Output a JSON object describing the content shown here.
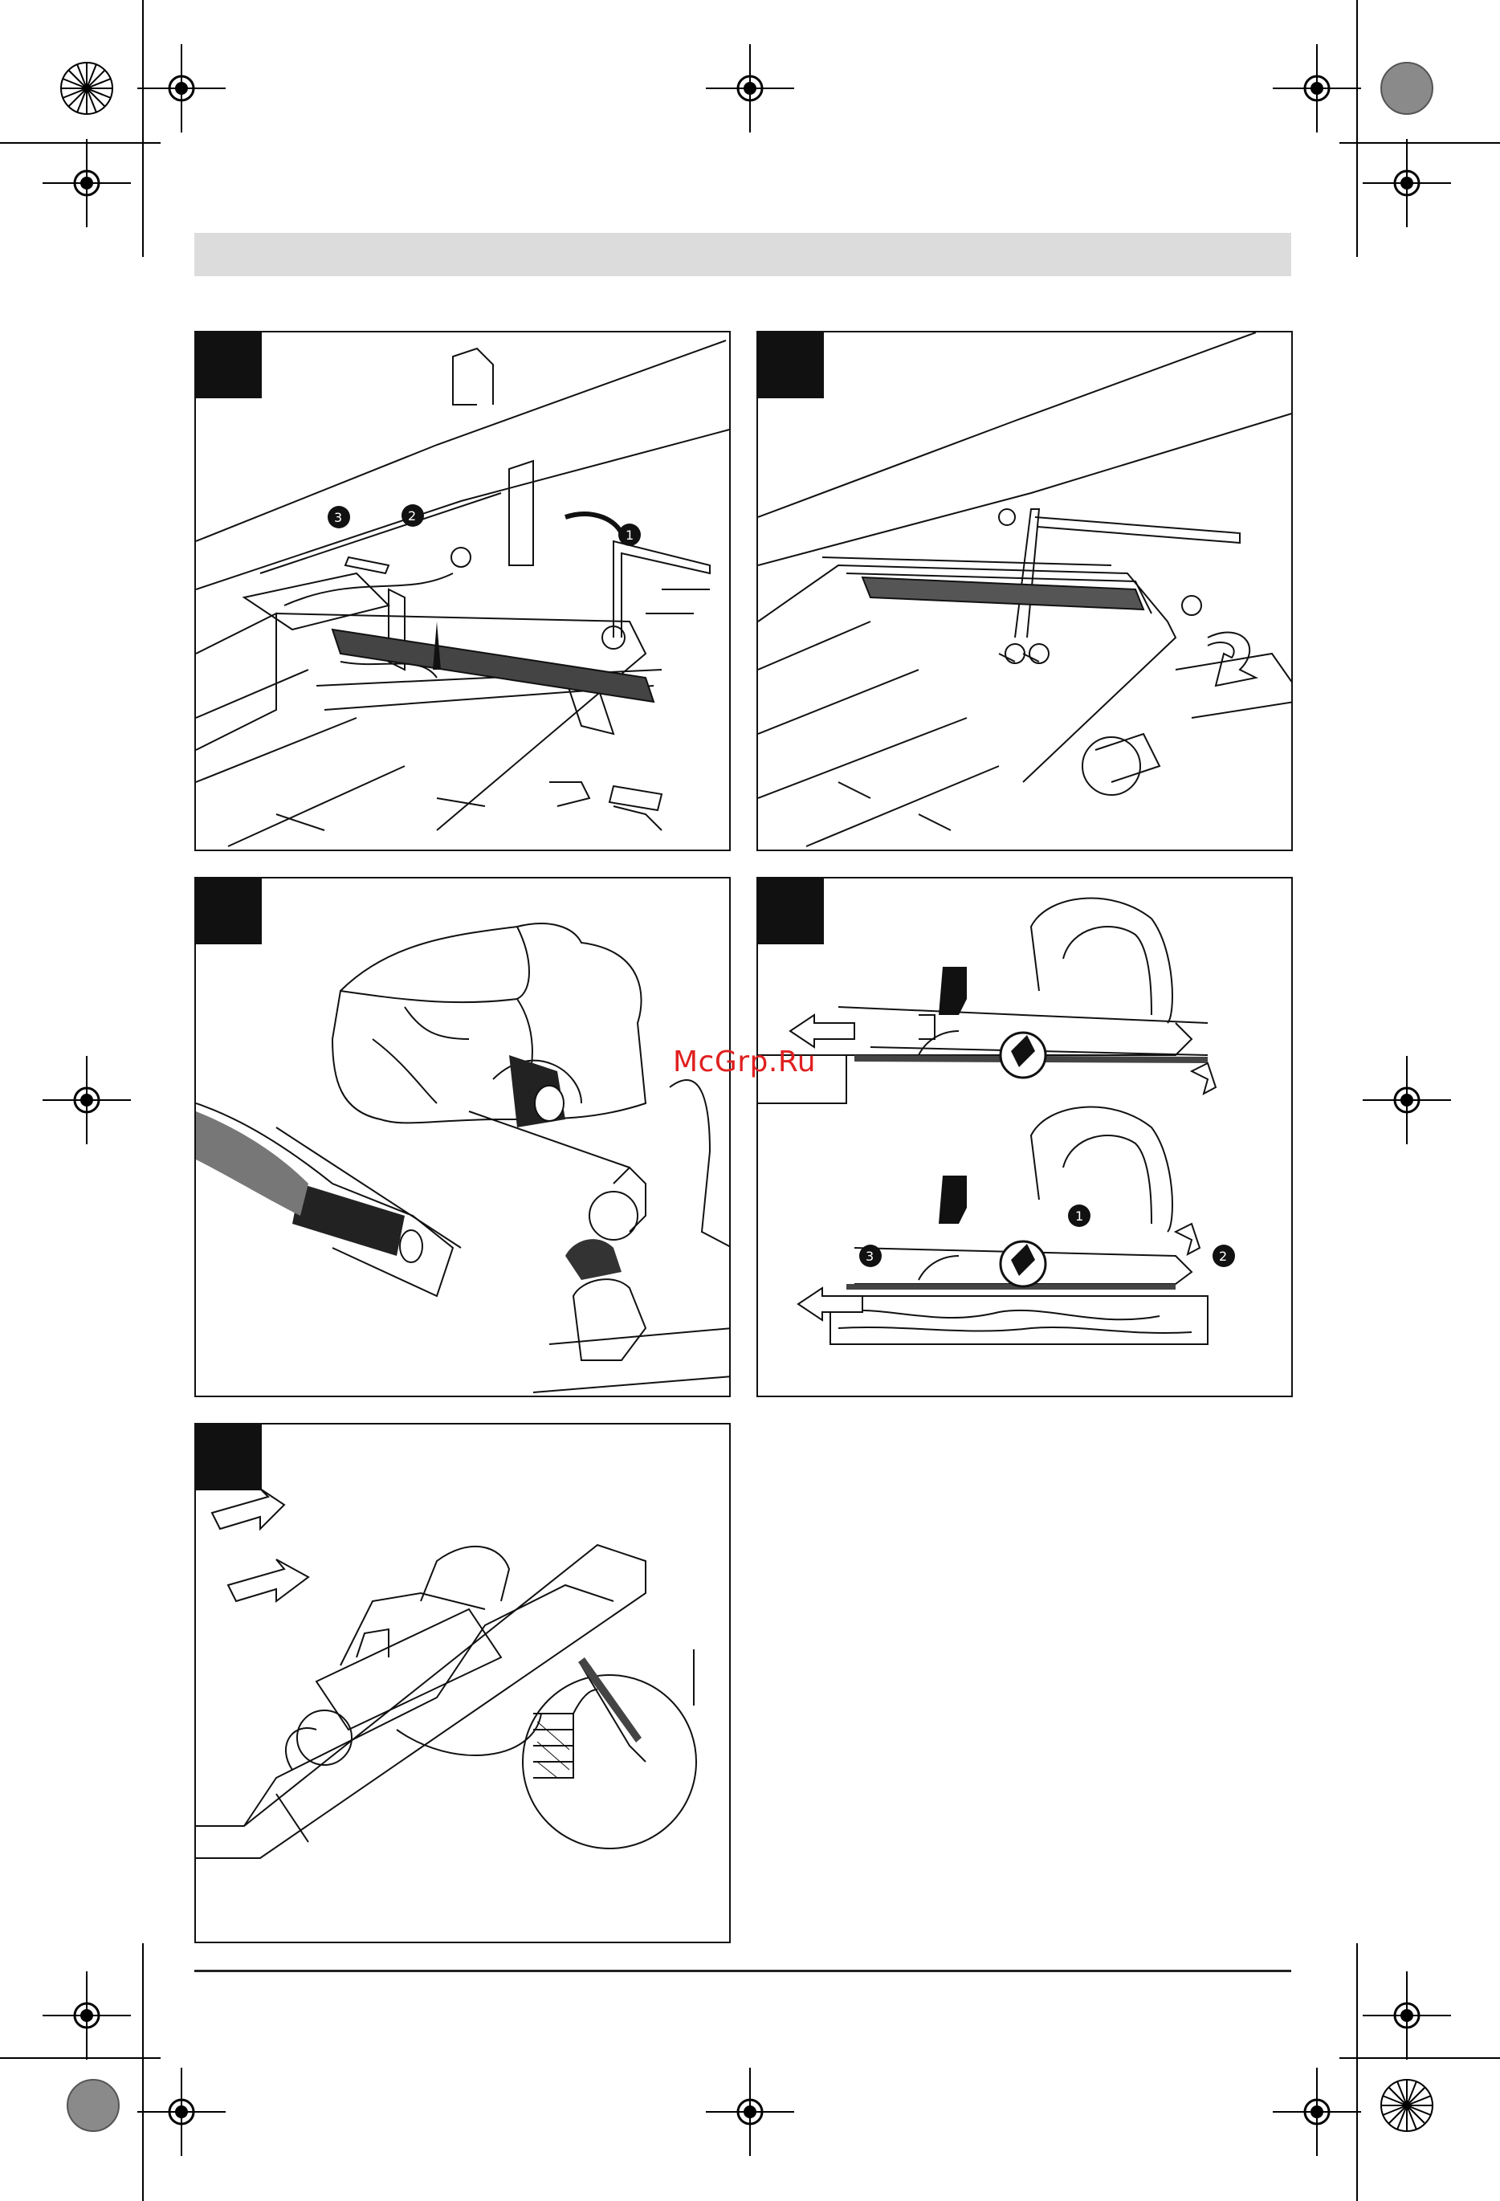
{
  "page": {
    "header_bar_color": "#dcdcdc",
    "watermark": "McGrp.Ru",
    "watermark_color": "#e02020"
  },
  "panels": [
    {
      "id": "blade-change-wedge",
      "steps": [
        "❸",
        "❷",
        "❶"
      ]
    },
    {
      "id": "blade-change-hex-key",
      "steps": []
    },
    {
      "id": "dust-bag-hose",
      "steps": []
    },
    {
      "id": "planer-parking-shoe",
      "steps": [
        "❸",
        "❶",
        "❷"
      ]
    },
    {
      "id": "chamfering-groove",
      "steps": []
    }
  ],
  "icons": [
    "registration-mark-icon",
    "color-target-icon",
    "arrow-icon",
    "step-marker-icon"
  ]
}
